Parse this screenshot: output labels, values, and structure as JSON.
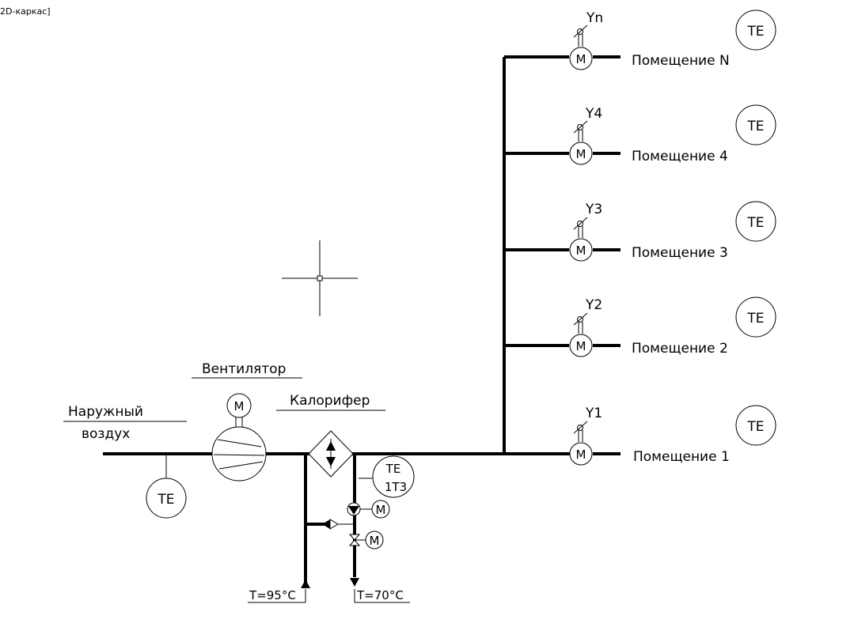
{
  "viewport_label": "2D-каркас]",
  "labels": {
    "outside_air_line1": "Наружный",
    "outside_air_line2": "воздух",
    "fan": "Вентилятор",
    "heater": "Калорифер",
    "supply_temp": "T=95°C",
    "return_temp": "T=70°C",
    "motor": "M",
    "sensor": "TE",
    "heater_sensor_line1": "TE",
    "heater_sensor_line2": "1T3"
  },
  "rooms": [
    {
      "name": "Помещение N",
      "damper": "Yn",
      "sensor": "TE"
    },
    {
      "name": "Помещение 4",
      "damper": "Y4",
      "sensor": "TE"
    },
    {
      "name": "Помещение 3",
      "damper": "Y3",
      "sensor": "TE"
    },
    {
      "name": "Помещение 2",
      "damper": "Y2",
      "sensor": "TE"
    },
    {
      "name": "Помещение 1",
      "damper": "Y1",
      "sensor": "TE"
    }
  ]
}
